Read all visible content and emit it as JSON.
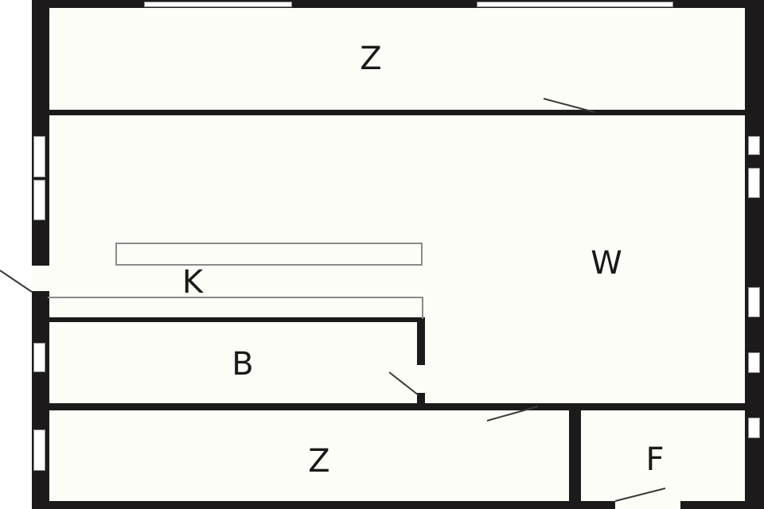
{
  "floorplan": {
    "rooms": [
      {
        "id": "z-top",
        "label": "Z"
      },
      {
        "id": "w-living",
        "label": "W"
      },
      {
        "id": "k-kitchen",
        "label": "K"
      },
      {
        "id": "b-bath",
        "label": "B"
      },
      {
        "id": "z-bottom",
        "label": "Z"
      },
      {
        "id": "f-foyer",
        "label": "F"
      }
    ],
    "colors": {
      "wall": "#1c1a1a",
      "floor": "#fdfdf8",
      "window": "#ffffff",
      "fixture": "#8a8a8a"
    }
  }
}
